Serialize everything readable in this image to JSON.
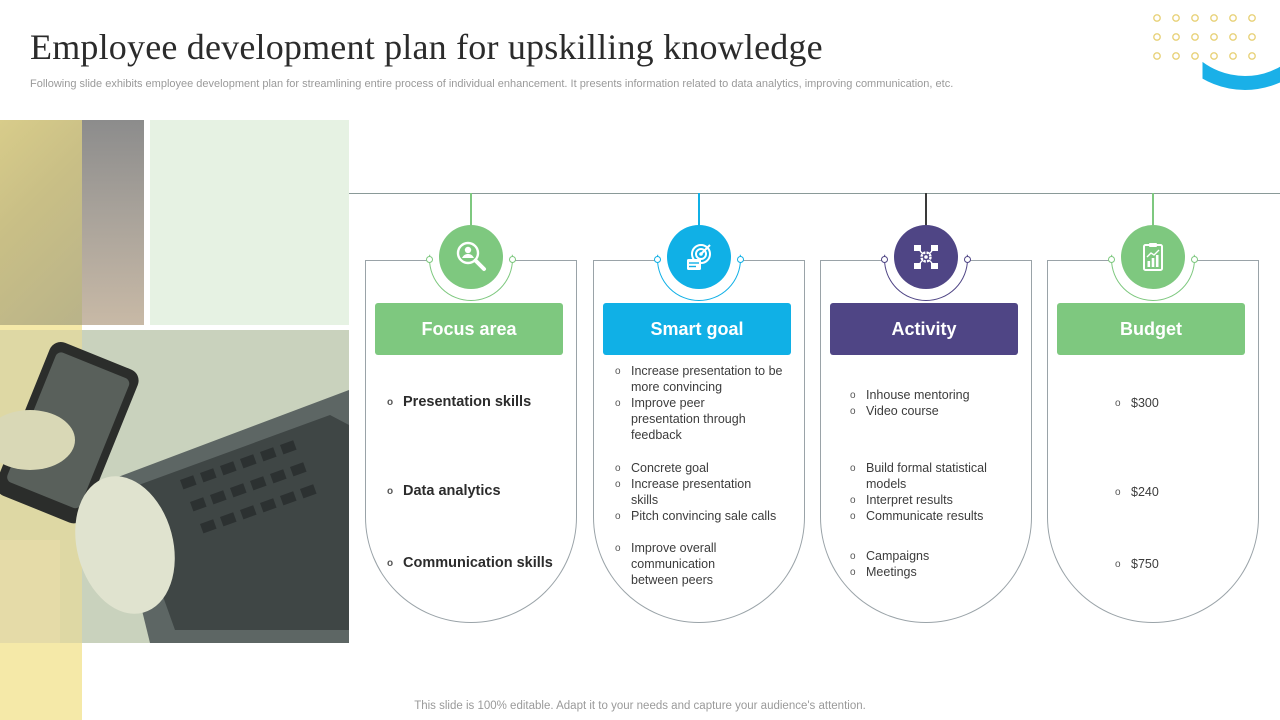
{
  "slide": {
    "title": "Employee development plan for upskilling knowledge",
    "subtitle": "Following slide exhibits employee development plan for streamlining entire process of individual enhancement. It presents information related to data analytics, improving communication, etc.",
    "footer": "This slide is 100% editable. Adapt it to your needs and capture your audience's attention."
  },
  "colors": {
    "green": "#7ec87f",
    "blue": "#10b0e6",
    "purple": "#4f4585",
    "yellow": "#f5e9a8"
  },
  "columns": [
    {
      "heading": "Focus area",
      "icon": "magnifier-person-icon",
      "items": [
        "Presentation skills",
        "Data analytics",
        "Communication skills"
      ]
    },
    {
      "heading": "Smart goal",
      "icon": "target-icon",
      "items": [
        "Increase presentation to be more convincing",
        "Improve peer presentation through feedback",
        "Concrete goal",
        "Increase presentation skills",
        "Pitch convincing sale calls",
        "Improve overall communication between peers"
      ]
    },
    {
      "heading": "Activity",
      "icon": "network-gear-icon",
      "items": [
        "Inhouse mentoring",
        "Video course",
        "Build formal statistical models",
        "Interpret results",
        "Communicate results",
        "Campaigns",
        "Meetings"
      ]
    },
    {
      "heading": "Budget",
      "icon": "clipboard-chart-icon",
      "items": [
        "$300",
        "$240",
        "$750"
      ]
    }
  ]
}
